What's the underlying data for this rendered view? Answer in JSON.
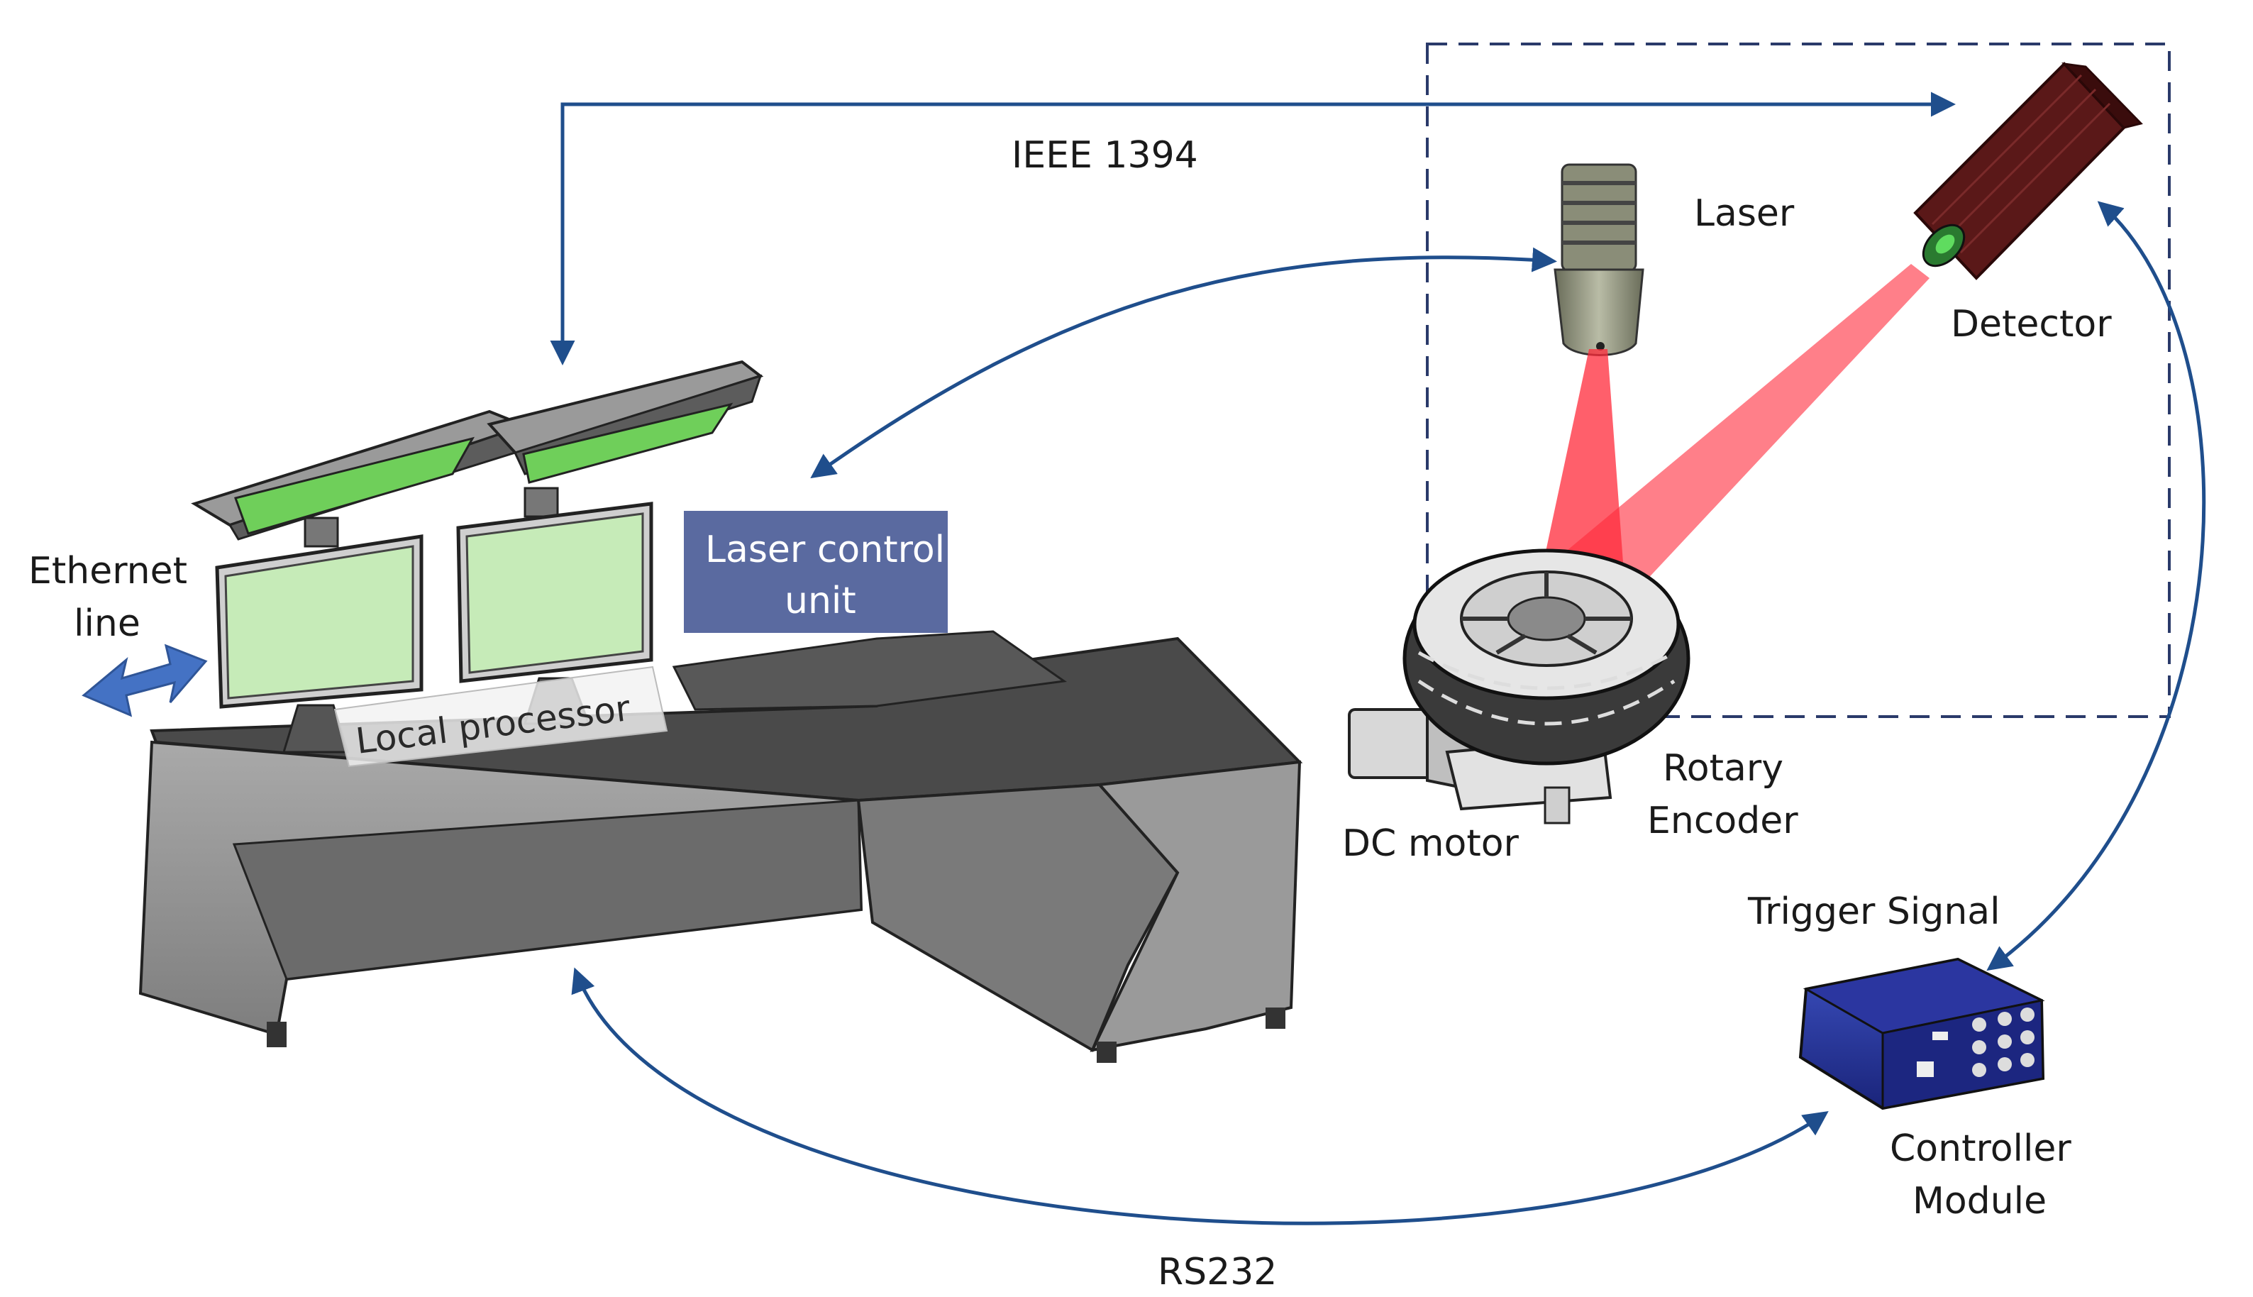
{
  "labels": {
    "ieee": "IEEE 1394",
    "laser": "Laser",
    "detector": "Detector",
    "ethernet_line1": "Ethernet",
    "ethernet_line2": "line",
    "laser_ctrl_line1": "Laser control",
    "laser_ctrl_line2": "unit",
    "local_processor": "Local processor",
    "rotary_line1": "Rotary",
    "rotary_line2": "Encoder",
    "dc_motor": "DC motor",
    "trigger_signal": "Trigger Signal",
    "controller_line1": "Controller",
    "controller_line2": "Module",
    "rs232": "RS232"
  },
  "colors": {
    "arrow": "#1f4e8c",
    "ethernet_arrow": "#4472c4",
    "laser_ctrl_box": "#5a6aa0",
    "screen_green": "#c6ebb8",
    "screen_green_dark": "#6fcf5a",
    "beam": "#ff2a3a",
    "desk": "#8f8f8f",
    "controller_box": "#2a3a9a",
    "detector_body": "#5a1818"
  }
}
